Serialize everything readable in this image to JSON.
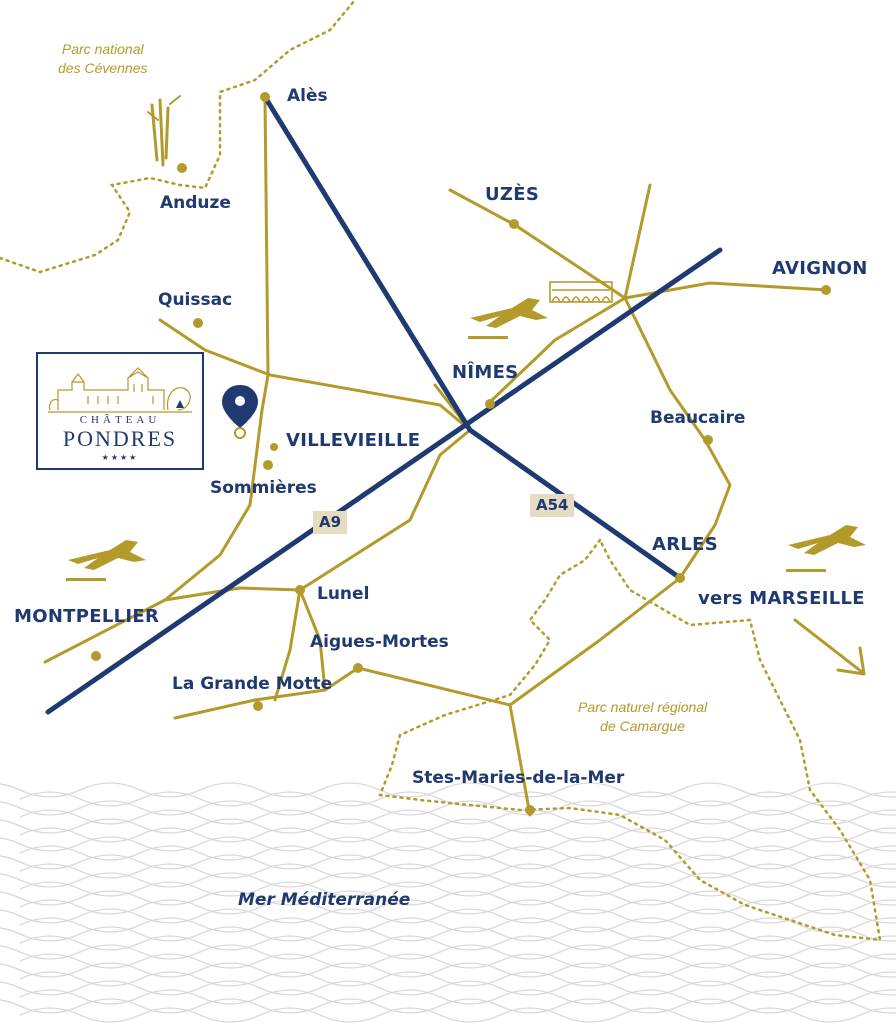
{
  "regions": {
    "cevennes_l1": "Parc national",
    "cevennes_l2": "des Cévennes",
    "camargue_l1": "Parc naturel régional",
    "camargue_l2": "de Camargue",
    "sea": "Mer Méditerranée"
  },
  "places": {
    "ales": "Alès",
    "anduze": "Anduze",
    "uzes": "UZÈS",
    "avignon": "AVIGNON",
    "quissac": "Quissac",
    "nimes": "NÎMES",
    "villevieille": "VILLEVIEILLE",
    "beaucaire": "Beaucaire",
    "sommieres": "Sommières",
    "arles": "ARLES",
    "marseille": "vers MARSEILLE",
    "montpellier": "MONTPELLIER",
    "lunel": "Lunel",
    "aigues_mortes": "Aigues-Mortes",
    "grande_motte": "La Grande Motte",
    "stes_maries": "Stes-Maries-de-la-Mer"
  },
  "roads": {
    "a9": "A9",
    "a54": "A54"
  },
  "logo": {
    "top": "CHÂTEAU",
    "name": "PONDRES",
    "stars": "★★★★"
  },
  "colors": {
    "navy": "#1f3a70",
    "gold": "#b39a2a",
    "badge": "#e7dcc2"
  },
  "icons": [
    "airplane-icon",
    "location-pin-icon",
    "aqueduct-icon",
    "castle-icon"
  ]
}
